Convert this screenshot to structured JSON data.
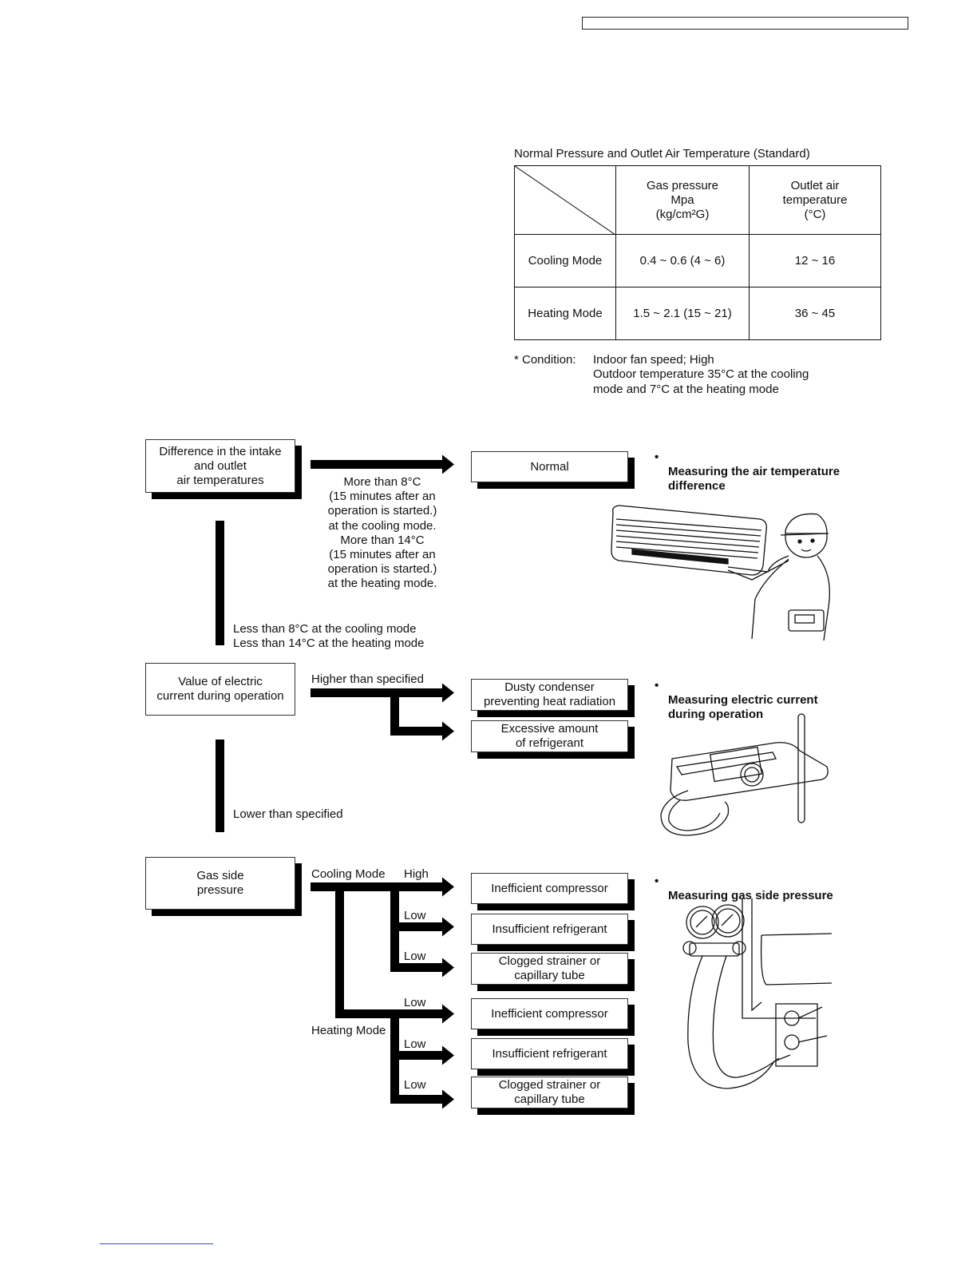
{
  "table": {
    "caption": "Normal Pressure and Outlet Air Temperature (Standard)",
    "col_headers": [
      "Gas pressure\nMpa\n(kg/cm²G)",
      "Outlet air\ntemperature\n(°C)"
    ],
    "rows": [
      {
        "mode": "Cooling Mode",
        "pressure": "0.4 ~ 0.6 (4 ~ 6)",
        "temp": "12 ~ 16"
      },
      {
        "mode": "Heating Mode",
        "pressure": "1.5 ~ 2.1 (15 ~ 21)",
        "temp": "36 ~ 45"
      }
    ]
  },
  "condition": {
    "label": "* Condition:",
    "lines": [
      "Indoor fan speed; High",
      "Outdoor temperature 35°C at the cooling",
      "mode and 7°C at the heating mode"
    ]
  },
  "flow": {
    "step1": {
      "box": "Difference in the intake\nand outlet\nair temperatures",
      "more_text": "More than 8°C\n(15 minutes after an\noperation is started.)\nat the cooling mode.\nMore than 14°C\n(15 minutes after an\noperation is started.)\nat the heating mode.",
      "result": "Normal",
      "less_text": "Less than 8°C at the cooling mode\nLess than 14°C at the heating mode",
      "bullet": "Measuring the air temperature\ndifference"
    },
    "step2": {
      "box": "Value of electric\ncurrent during operation",
      "higher_label": "Higher than specified",
      "result1": "Dusty condenser\npreventing heat radiation",
      "result2": "Excessive amount\nof refrigerant",
      "lower_label": "Lower than specified",
      "bullet": "Measuring electric current\nduring operation"
    },
    "step3": {
      "box": "Gas side\npressure",
      "cooling_label": "Cooling Mode",
      "heating_label": "Heating Mode",
      "high": "High",
      "low": "Low",
      "results": [
        "Inefficient compressor",
        "Insufficient refrigerant",
        "Clogged strainer or\ncapillary tube",
        "Inefficient compressor",
        "Insufficient refrigerant",
        "Clogged strainer or\ncapillary tube"
      ],
      "bullet": "Measuring gas side pressure"
    }
  }
}
